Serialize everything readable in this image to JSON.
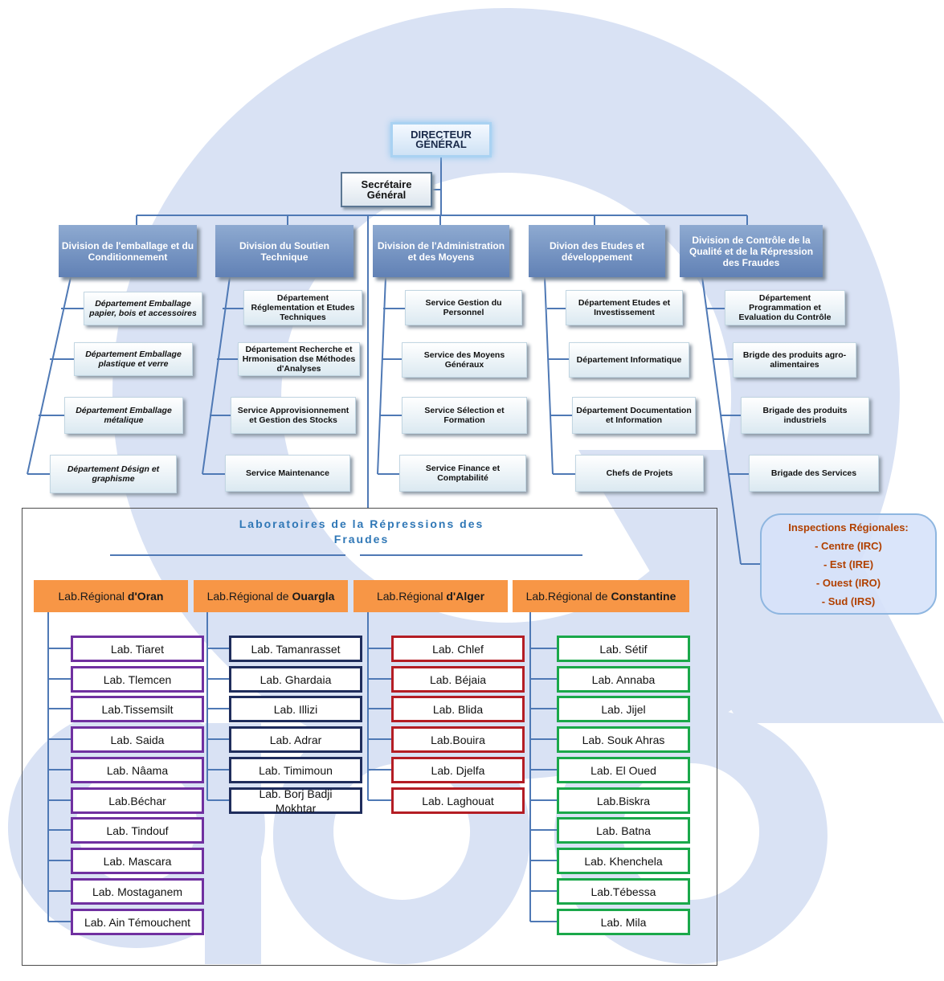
{
  "org": {
    "director": "DIRECTEUR GÉNÉRAL",
    "secretary": "Secrétaire Général",
    "divisions": [
      {
        "title": "Division de l'emballage et du Conditionnement",
        "units": [
          "Département Emballage papier, bois et accessoires",
          "Département Emballage plastique et verre",
          "Département Emballage métalique",
          "Département Désign et graphisme"
        ]
      },
      {
        "title": "Division du Soutien Technique",
        "units": [
          "Département Réglementation et Etudes Techniques",
          "Département Recherche et Hrmonisation dse Méthodes d'Analyses",
          "Service Approvisionnement et Gestion des Stocks",
          "Service Maintenance"
        ]
      },
      {
        "title": "Division de l'Administration et des Moyens",
        "units": [
          "Service  Gestion du Personnel",
          "Service des Moyens Généraux",
          "Service Sélection et Formation",
          "Service Finance et Comptabilité"
        ]
      },
      {
        "title": "Divion des Etudes et développement",
        "units": [
          "Département  Etudes et Investissement",
          "Département Informatique",
          "Département Documentation et Information",
          "Chefs de Projets"
        ]
      },
      {
        "title": "Division de Contrôle de la Qualité et de la Répression des Fraudes",
        "units": [
          "Département Programmation et Evaluation du Contrôle",
          "Brigde des produits agro-alimentaires",
          "Brigade des produits industriels",
          "Brigade des Services"
        ]
      }
    ],
    "inspections": {
      "title": "Inspections Régionales:",
      "items": [
        "- Centre (IRC)",
        "- Est (IRE)",
        "- Ouest (IRO)",
        "- Sud (IRS)"
      ]
    }
  },
  "labs": {
    "title": "Laboratoires de la Répressions des Fraudes",
    "regions": [
      {
        "prefix": "Lab.Régional ",
        "name": "d'Oran",
        "color": "#7030a0",
        "labs": [
          "Lab. Tiaret",
          "Lab. Tlemcen",
          "Lab.Tissemsilt",
          "Lab. Saida",
          "Lab. Nâama",
          "Lab.Béchar",
          "Lab. Tindouf",
          "Lab. Mascara",
          "Lab. Mostaganem",
          "Lab. Ain Témouchent"
        ]
      },
      {
        "prefix": "Lab.Régional de ",
        "name": "Ouargla",
        "color": "#1f2d5c",
        "labs": [
          "Lab. Tamanrasset",
          "Lab. Ghardaia",
          "Lab. Illizi",
          "Lab. Adrar",
          "Lab. Timimoun",
          "Lab. Borj Badji Mokhtar"
        ]
      },
      {
        "prefix": "Lab.Régional ",
        "name": "d'Alger",
        "color": "#b41d24",
        "labs": [
          "Lab. Chlef",
          "Lab. Béjaia",
          "Lab. Blida",
          "Lab.Bouira",
          "Lab. Djelfa",
          "Lab. Laghouat"
        ]
      },
      {
        "prefix": "Lab.Régional de ",
        "name": "Constantine",
        "color": "#1aa84a",
        "labs": [
          "Lab. Sétif",
          "Lab. Annaba",
          "Lab. Jijel",
          "Lab. Souk Ahras",
          "Lab. El Oued",
          "Lab.Biskra",
          "Lab. Batna",
          "Lab. Khenchela",
          "Lab.Tébessa",
          "Lab. Mila"
        ]
      }
    ]
  },
  "colors": {
    "division_fill": "#6f8fc2",
    "watermark": "#d9e2f4",
    "region_header": "#f79646",
    "connector": "#4f79b5"
  },
  "icons": [
    "watermark-logo"
  ]
}
